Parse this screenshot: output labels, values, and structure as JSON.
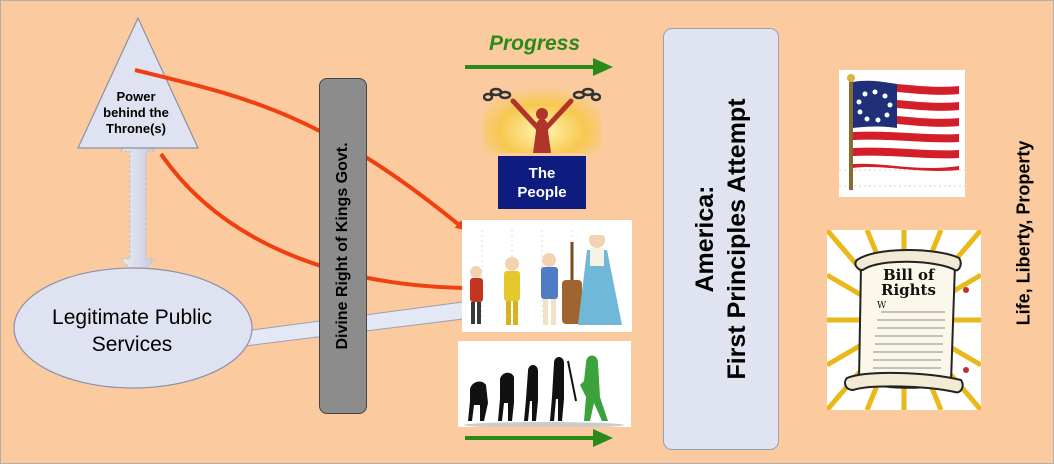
{
  "power": {
    "label": "Power\nbehind the\nThrone(s)"
  },
  "divine": {
    "label": "Divine Right of Kings Govt."
  },
  "services": {
    "label": "Legitimate Public\nServices"
  },
  "progress": {
    "label": "Progress"
  },
  "people": {
    "label": "The\nPeople"
  },
  "america": {
    "line1": "America:",
    "line2": "First Principles Attempt"
  },
  "liberty": {
    "label": "Life, Liberty, Property"
  },
  "bill": {
    "line1": "Bill of",
    "line2": "Rights",
    "mark": "W"
  },
  "colors": {
    "background": "#fbcb9f",
    "progress_green": "#2a8a1a",
    "red_arrow": "#f04010",
    "people_blue": "#0d1c7e"
  }
}
